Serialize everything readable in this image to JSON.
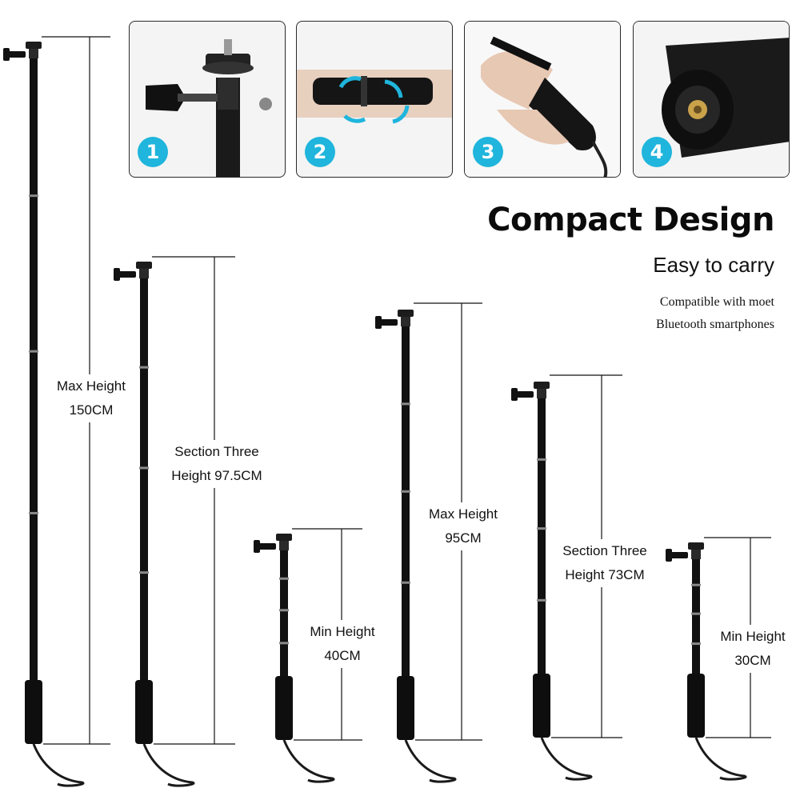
{
  "panels": [
    {
      "number": "1",
      "icon": "mount-adapter-icon"
    },
    {
      "number": "2",
      "icon": "twist-lock-icon"
    },
    {
      "number": "3",
      "icon": "foam-grip-icon"
    },
    {
      "number": "4",
      "icon": "tripod-screw-icon"
    }
  ],
  "heading": {
    "title": "Compact Design",
    "subtitle": "Easy to carry",
    "note_line1": "Compatible with moet",
    "note_line2": "Bluetooth smartphones"
  },
  "poles": [
    {
      "label_line1": "Max Height",
      "label_line2": "150CM"
    },
    {
      "label_line1": "Section Three",
      "label_line2": "Height 97.5CM"
    },
    {
      "label_line1": "Min Height",
      "label_line2": "40CM"
    },
    {
      "label_line1": "Max Height",
      "label_line2": "95CM"
    },
    {
      "label_line1": "Section Three",
      "label_line2": "Height 73CM"
    },
    {
      "label_line1": "Min Height",
      "label_line2": "30CM"
    }
  ],
  "colors": {
    "accent": "#1fb5dc",
    "pole": "#111111",
    "line": "#111111",
    "border": "#2a2a2a"
  }
}
